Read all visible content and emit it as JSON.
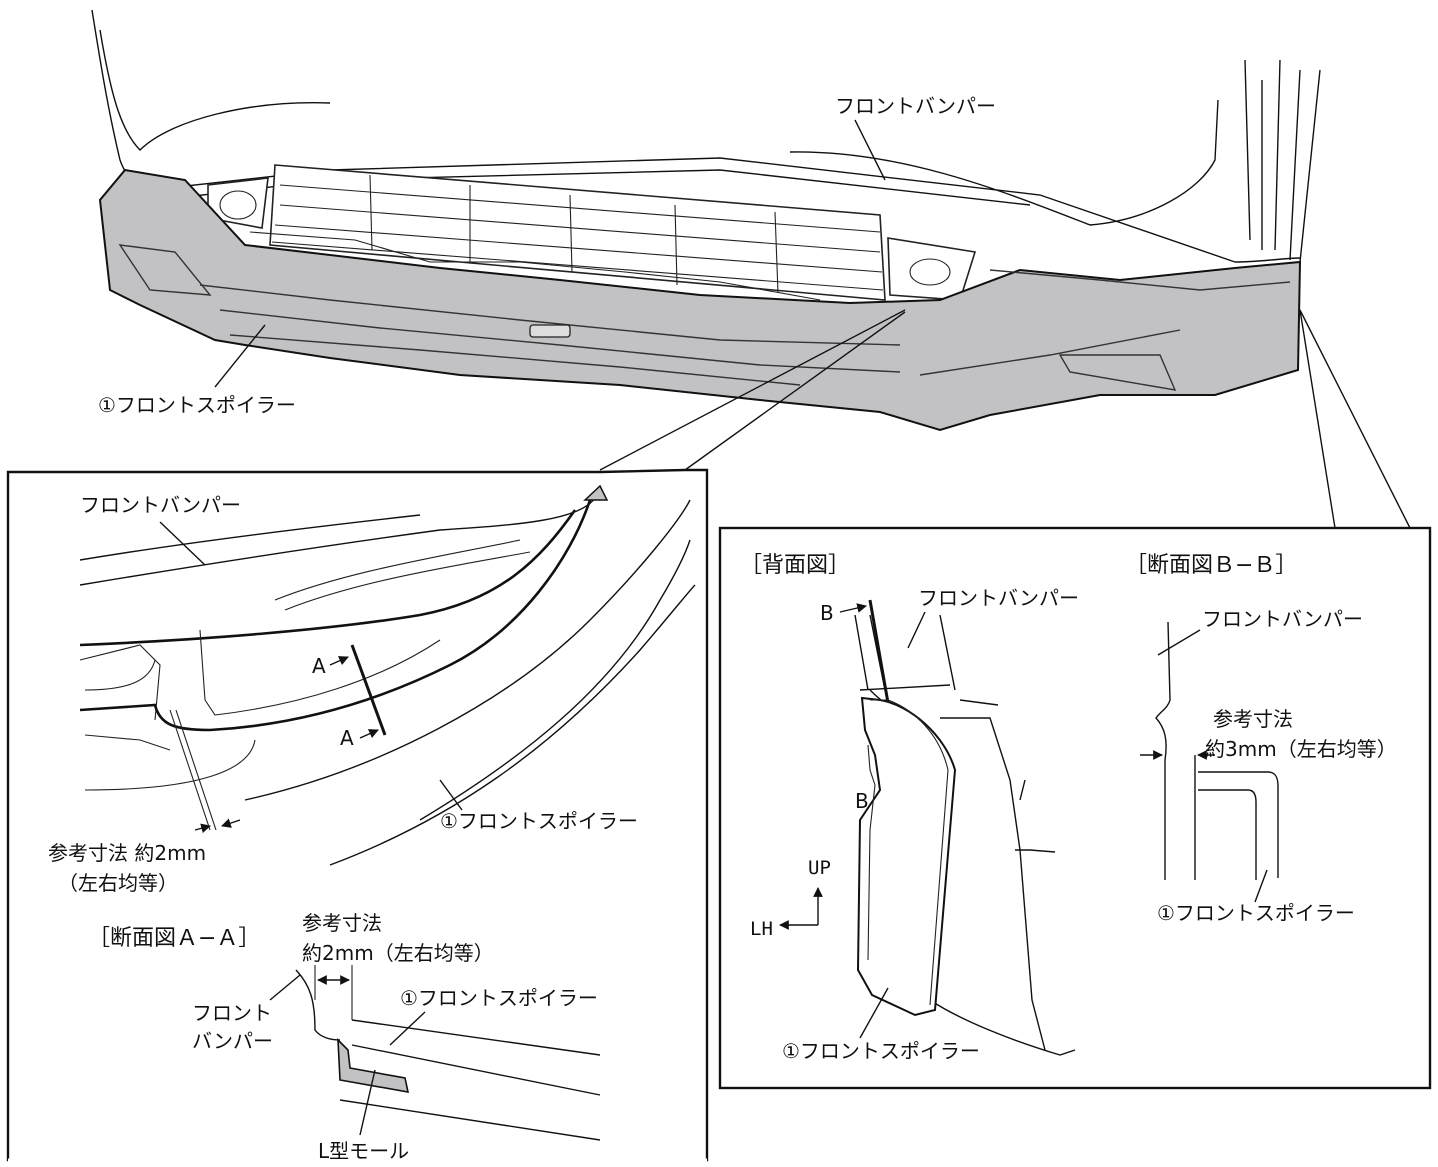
{
  "main_view": {
    "bumper_label": "フロントバンパー",
    "spoiler_label": "①フロントスポイラー"
  },
  "detail_a": {
    "bumper_label": "フロントバンパー",
    "spoiler_label": "①フロントスポイラー",
    "marker_a_top": "A",
    "marker_a_bottom": "A",
    "clearance_line1": "参考寸法 約2mm",
    "clearance_line2": "（左右均等）"
  },
  "section_a": {
    "title": "［断面図Ａ−Ａ］",
    "dim_line1": "参考寸法",
    "dim_line2": "約2mm（左右均等）",
    "bumper_line1": "フロント",
    "bumper_line2": "バンパー",
    "spoiler_label": "①フロントスポイラー",
    "mold_label": "L型モール"
  },
  "rear_view": {
    "title": "［背面図］",
    "marker_b_top": "B",
    "marker_b_bottom": "B",
    "bumper_label": "フロントバンパー",
    "up_label": "UP",
    "lh_label": "LH",
    "spoiler_label": "①フロントスポイラー"
  },
  "section_b": {
    "title": "［断面図Ｂ−Ｂ］",
    "bumper_label": "フロントバンパー",
    "dim_line1": "参考寸法",
    "dim_line2": "約3mm（左右均等）",
    "spoiler_label": "①フロントスポイラー"
  }
}
